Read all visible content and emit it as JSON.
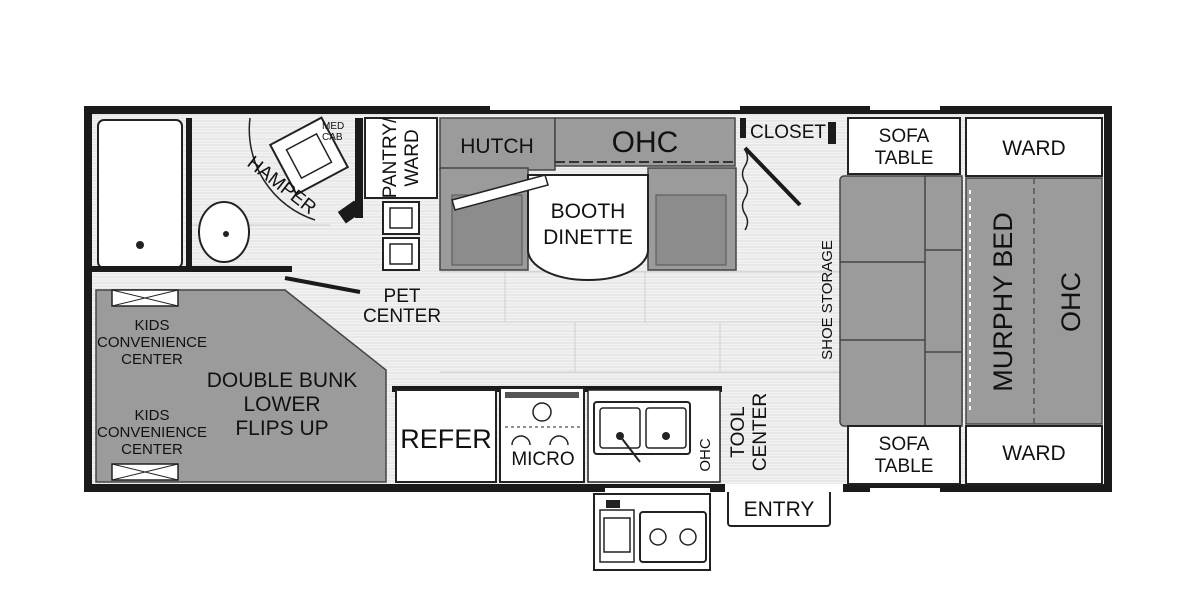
{
  "floorplan": {
    "labels": {
      "med_cab": "MED\nCAB",
      "hamper": "HAMPER",
      "pantry_ward": "PANTRY/\nWARD",
      "hutch": "HUTCH",
      "ohc_top": "OHC",
      "closet": "CLOSET",
      "sofa_table_top": "SOFA\nTABLE",
      "ward_top": "WARD",
      "booth_dinette": "BOOTH\nDINETTE",
      "shoe_storage": "SHOE STORAGE",
      "murphy_bed": "MURPHY BED",
      "ohc_bed": "OHC",
      "pet_center": "PET\nCENTER",
      "kids_center_top": "KIDS\nCONVENIENCE\nCENTER",
      "kids_center_bottom": "KIDS\nCONVENIENCE\nCENTER",
      "double_bunk": "DOUBLE BUNK\nLOWER\nFLIPS UP",
      "refer": "REFER",
      "micro": "MICRO",
      "ohc_kitchen": "OHC",
      "tool_center": "TOOL\nCENTER",
      "sofa_table_bottom": "SOFA\nTABLE",
      "ward_bottom": "WARD",
      "entry": "ENTRY"
    }
  }
}
